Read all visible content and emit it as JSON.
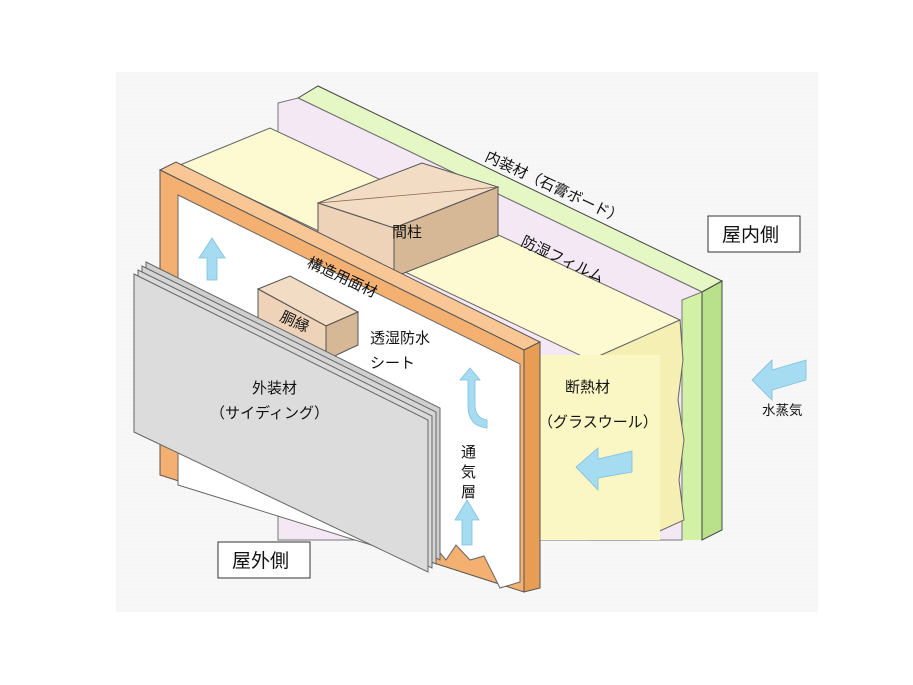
{
  "diagram": {
    "labels": {
      "interior_finish_line1": "内装材（石膏ボード）",
      "vapor_barrier": "防湿フィルム",
      "stud": "間柱",
      "structural_panel": "構造用面材",
      "furring": "胴縁",
      "breathable_sheet_line1": "透湿防水",
      "breathable_sheet_line2": "シート",
      "exterior_cladding_line1": "外装材",
      "exterior_cladding_line2": "（サイディング）",
      "ventilation_layer_1": "通",
      "ventilation_layer_2": "気",
      "ventilation_layer_3": "層",
      "insulation_line1": "断熱材",
      "insulation_line2": "（グラスウール）",
      "water_vapor": "水蒸気",
      "indoor_side": "屋内側",
      "outdoor_side": "屋外側"
    },
    "colors": {
      "background_panel": "#f7f7f7",
      "gypsum_board": "#d2f0a6",
      "vapor_film": "#f4e8f4",
      "insulation": "#fbf7c4",
      "wood": "#eed3b8",
      "structural_panel": "#f4b070",
      "sheet": "#ffffff",
      "siding": "#d9d9d9",
      "arrow": "#a6dcf2"
    }
  }
}
